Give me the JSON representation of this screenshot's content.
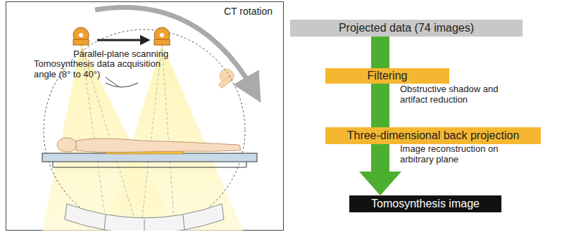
{
  "diagram": {
    "nodes": [
      {
        "text": [
          "Projected data (74 images)"
        ]
      },
      {
        "text": [
          "Filtering"
        ]
      },
      {
        "text": [
          "Three-dimensional back projection"
        ]
      },
      {
        "text": [
          "Tomosynthesis image"
        ]
      }
    ],
    "edges": [
      {
        "from": 0,
        "to": 1,
        "arrow": "none"
      },
      {
        "from": 1,
        "to": 2,
        "arrow": "none"
      },
      {
        "from": 2,
        "to": 3,
        "arrow": "to"
      }
    ],
    "labels": [
      "CT rotation",
      "Parallel-plane scanning",
      "Tomosynthesis data acquisition angle (8° to 40°)",
      "Obstructive shadow and artifact reduction",
      "Image reconstruction on arbitrary plane"
    ]
  }
}
